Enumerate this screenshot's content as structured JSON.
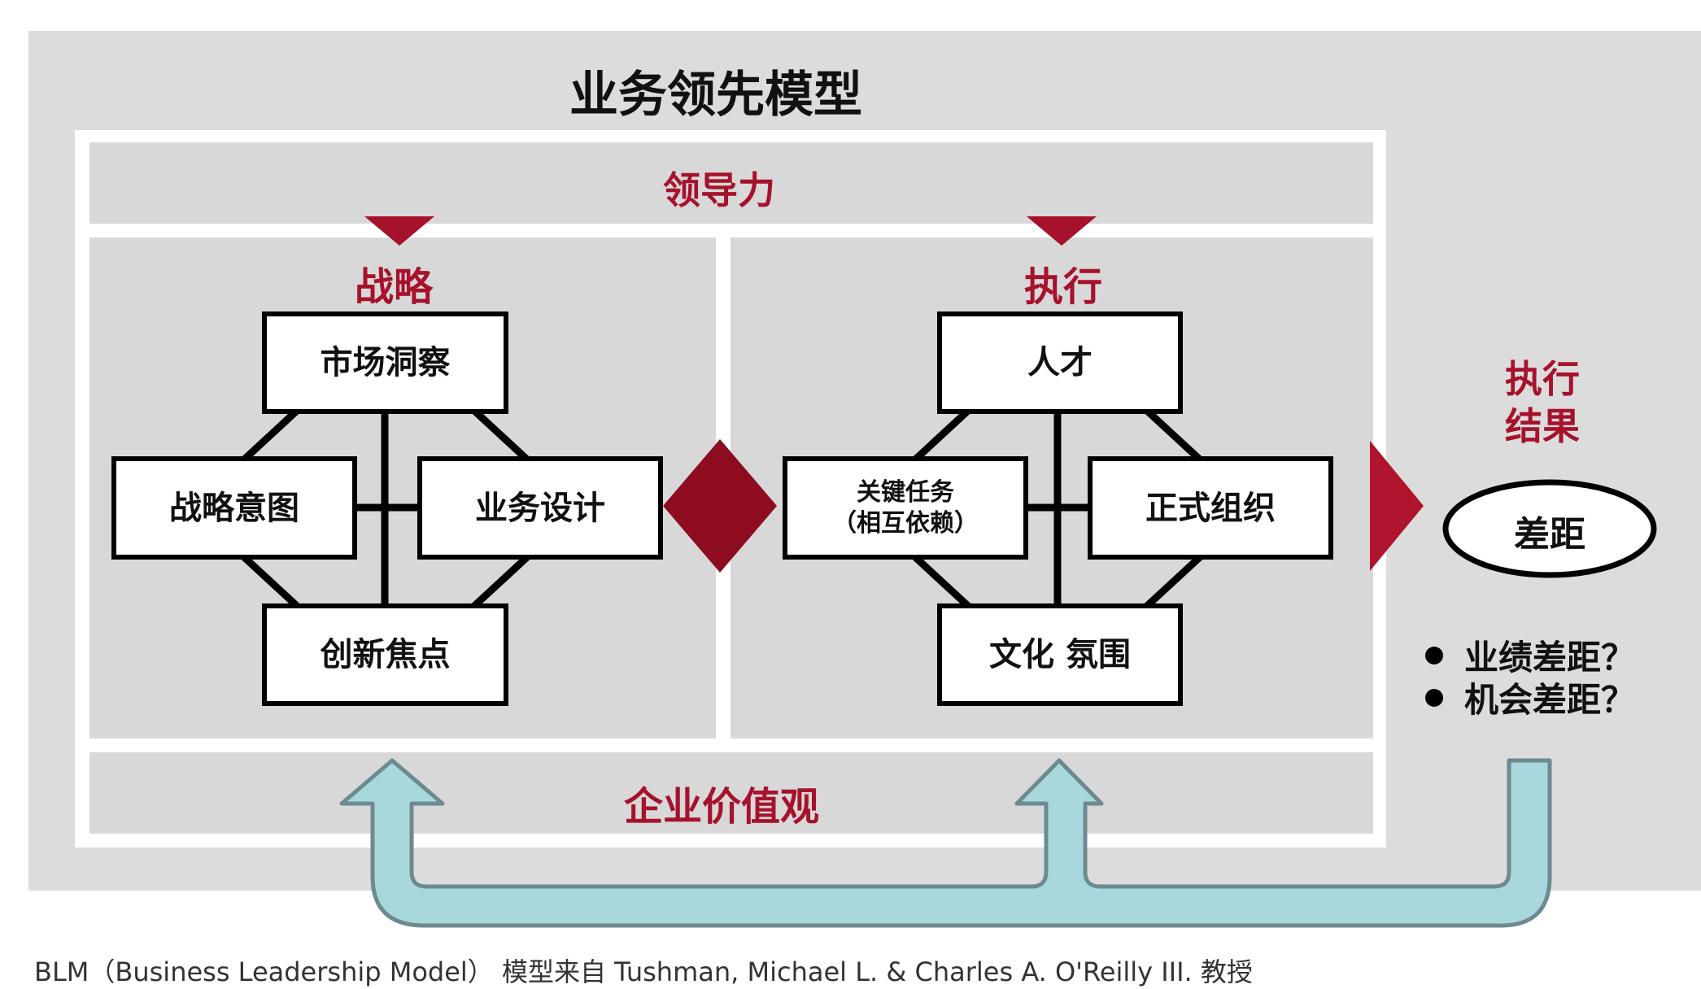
{
  "title": "业务领先模型",
  "leadership": "领导力",
  "values": "企业价值观",
  "strategy": {
    "label": "战略",
    "market_insight": "市场洞察",
    "strategic_intent": "战略意图",
    "business_design": "业务设计",
    "innovation_focus": "创新焦点"
  },
  "execution": {
    "label": "执行",
    "talent": "人才",
    "key_tasks_line1": "关键任务",
    "key_tasks_line2": "（相互依赖）",
    "formal_org": "正式组织",
    "culture": "文化 氛围"
  },
  "result": {
    "label_line1": "执行",
    "label_line2": "结果",
    "gap": "差距",
    "bullets": [
      "业绩差距？",
      "机会差距？"
    ]
  },
  "caption": "BLM（Business Leadership Model） 模型来自 Tushman, Michael L. & Charles A. O'Reilly III. 教授",
  "colors": {
    "accent": "#a6122c",
    "outer_bg": "#dcdcdc",
    "inner_bg": "#d8d8d8",
    "arrow_fill": "#a8d8dc",
    "arrow_stroke": "#6c8a90"
  }
}
